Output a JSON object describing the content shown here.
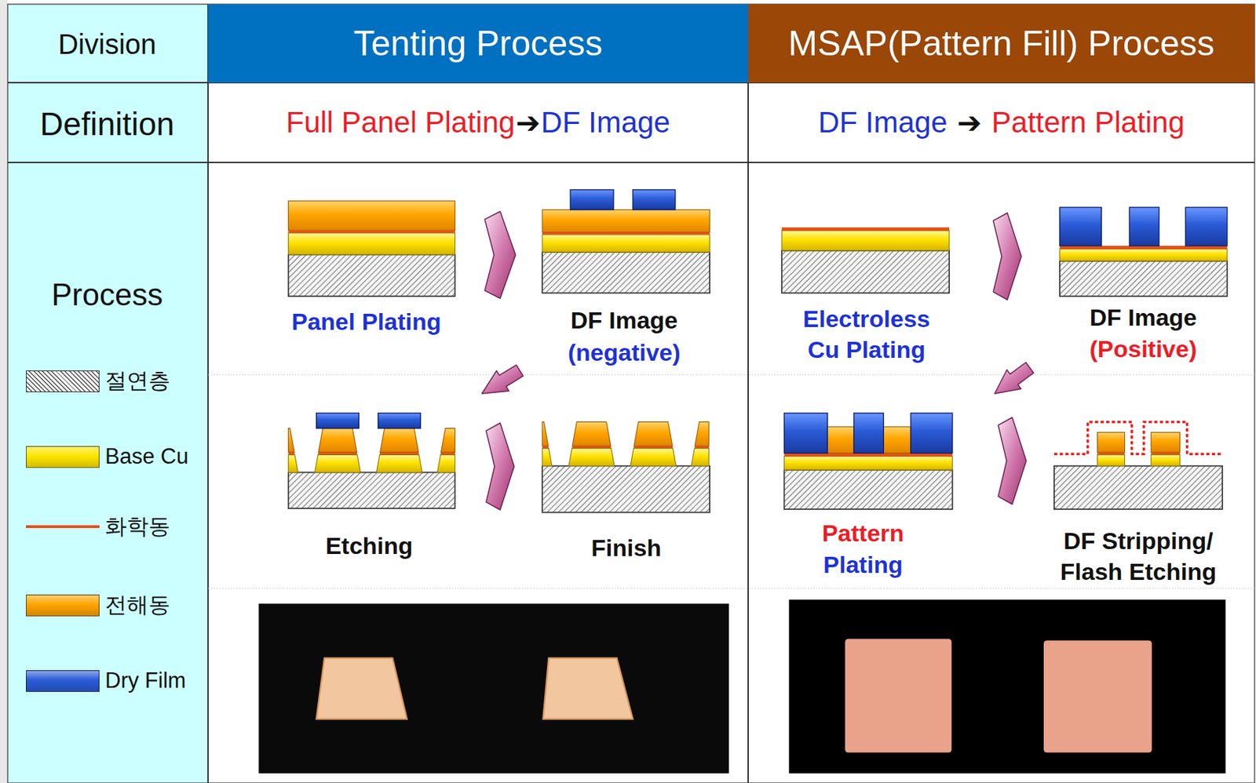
{
  "diagram": {
    "nodes": [
      {
        "text": [
          "Tenting Process"
        ]
      },
      {
        "text": [
          "MSAP(Pattern Fill) Process"
        ]
      },
      {
        "text": [
          "Panel Plating"
        ]
      },
      {
        "text": [
          "DF Image",
          "(negative)"
        ]
      },
      {
        "text": [
          "Etching"
        ]
      },
      {
        "text": [
          "Finish"
        ]
      },
      {
        "text": [
          "Electroless Cu Plating"
        ]
      },
      {
        "text": [
          "DF Image",
          "(Positive)"
        ]
      },
      {
        "text": [
          "Pattern",
          "Plating"
        ]
      },
      {
        "text": [
          "DF Stripping/ Flash Etching"
        ]
      }
    ],
    "edges": [
      {
        "from": 2,
        "to": 3,
        "arrow": "to"
      },
      {
        "from": 3,
        "to": 4,
        "arrow": "to"
      },
      {
        "from": 4,
        "to": 5,
        "arrow": "to"
      },
      {
        "from": 6,
        "to": 7,
        "arrow": "to"
      },
      {
        "from": 7,
        "to": 8,
        "arrow": "to"
      },
      {
        "from": 8,
        "to": 9,
        "arrow": "to"
      }
    ],
    "labels": [
      "Division",
      "Definition",
      "Full Panel Plating",
      "➔",
      "DF Image",
      "DF Image",
      "➔",
      "Pattern Plating",
      "Process"
    ],
    "legend": [
      {
        "text": "절연층"
      },
      {
        "text": "Base Cu",
        "color": "#ffe600"
      },
      {
        "text": "화학동"
      },
      {
        "text": "전해동",
        "color": "#ffa500"
      },
      {
        "text": "Dry Film",
        "color": "#2a5bd7"
      }
    ]
  }
}
